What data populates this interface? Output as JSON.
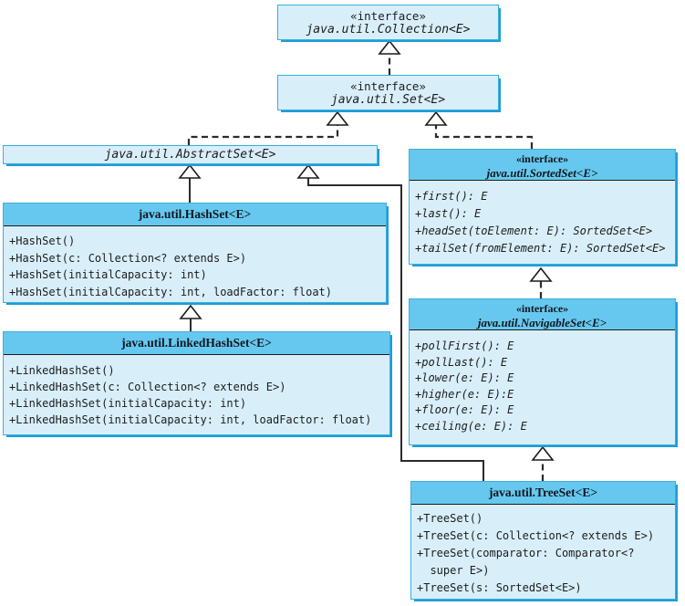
{
  "diagram_type": "uml-class-diagram",
  "colors": {
    "box_fill_light": "#D8EFFA",
    "header_fill": "#67C8EF",
    "box_border": "#3AAEDC",
    "box_shadow": "#1E9CD7",
    "line": "#2b2b2b",
    "text": "#1c1c1c"
  },
  "boxes": {
    "collection": {
      "stereotype": "«interface»",
      "name": "java.util.Collection<E>"
    },
    "set": {
      "stereotype": "«interface»",
      "name": "java.util.Set<E>"
    },
    "abstractset": {
      "name": "java.util.AbstractSet<E>"
    },
    "hashset": {
      "name": "java.util.HashSet<E>",
      "methods": [
        "+HashSet()",
        "+HashSet(c: Collection<? extends E>)",
        "+HashSet(initialCapacity: int)",
        "+HashSet(initialCapacity: int, loadFactor: float)"
      ]
    },
    "linkedhashset": {
      "name": "java.util.LinkedHashSet<E>",
      "methods": [
        "+LinkedHashSet()",
        "+LinkedHashSet(c: Collection<? extends E>)",
        "+LinkedHashSet(initialCapacity: int)",
        "+LinkedHashSet(initialCapacity: int, loadFactor: float)"
      ]
    },
    "sortedset": {
      "stereotype": "«interface»",
      "name": "java.util.SortedSet<E>",
      "methods": [
        "+first(): E",
        "+last(): E",
        "+headSet(toElement: E): SortedSet<E>",
        "+tailSet(fromElement: E): SortedSet<E>"
      ]
    },
    "navigableset": {
      "stereotype": "«interface»",
      "name": "java.util.NavigableSet<E>",
      "methods": [
        "+pollFirst(): E",
        "+pollLast(): E",
        "+lower(e: E): E",
        "+higher(e: E):E",
        "+floor(e: E): E",
        "+ceiling(e: E): E"
      ]
    },
    "treeset": {
      "name": "java.util.TreeSet<E>",
      "methods": [
        "+TreeSet()",
        "+TreeSet(c: Collection<? extends E>)",
        "+TreeSet(comparator: Comparator<?",
        "  super E>)",
        "+TreeSet(s: SortedSet<E>)"
      ]
    }
  }
}
